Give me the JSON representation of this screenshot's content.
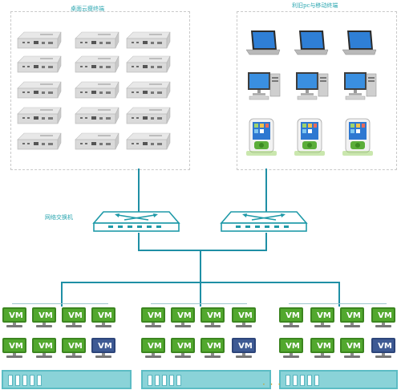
{
  "groups": {
    "cloud_terminals": {
      "title": "桌面云瘦终端",
      "icon": "thin-client-box-icon"
    },
    "legacy_devices": {
      "title": "利旧pc与移动终端",
      "icon_rows": [
        "laptop-icon",
        "desktop-pc-icon",
        "pda-icon"
      ]
    }
  },
  "network": {
    "switch_label": "网络交换机",
    "icon": "network-switch-icon",
    "switch_count": 2
  },
  "vm_cluster": {
    "vm_label": "VM",
    "ellipsis": "· · ·",
    "rows": [
      [
        "green",
        "green",
        "green",
        "green",
        "green",
        "green",
        "green",
        "green",
        "green",
        "green",
        "green",
        "green"
      ],
      [
        "green",
        "green",
        "green",
        "blue",
        "green",
        "green",
        "green",
        "blue",
        "green",
        "green",
        "green",
        "blue"
      ]
    ]
  },
  "colors": {
    "teal": "#2aa6b0",
    "line": "#1f8fa5",
    "vm_green": "#52a82e",
    "vm_blue": "#3e5a94",
    "server": "#8ad3d8"
  }
}
